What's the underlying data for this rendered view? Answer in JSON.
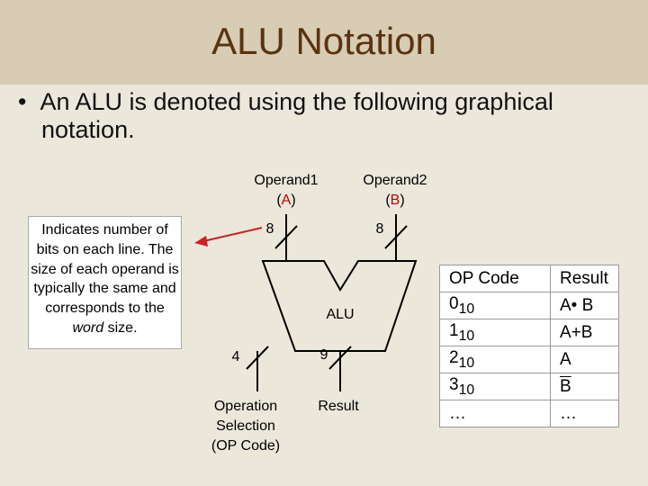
{
  "slide": {
    "title": "ALU Notation",
    "bullet": "An ALU is denoted using the following graphical notation."
  },
  "note": {
    "text_before": "Indicates number of bits on each line. The size of each operand is typically the same and corresponds to the",
    "text_em": "word",
    "text_after": "size."
  },
  "diagram": {
    "operand1": {
      "label": "Operand1",
      "paren_open": "(",
      "symbol": "A",
      "paren_close": ")"
    },
    "operand2": {
      "label": "Operand2",
      "paren_open": "(",
      "symbol": "B",
      "paren_close": ")"
    },
    "width_a": "8",
    "width_b": "8",
    "alu_label": "ALU",
    "width_op": "4",
    "width_result": "9",
    "op_label_lines": [
      "Operation",
      "Selection",
      "(OP Code)"
    ],
    "result_label": "Result"
  },
  "table": {
    "headers": [
      "OP Code",
      "Result"
    ],
    "rows": [
      {
        "code": "0",
        "base": "10",
        "result": "A• B"
      },
      {
        "code": "1",
        "base": "10",
        "result": "A+B"
      },
      {
        "code": "2",
        "base": "10",
        "result": "A"
      },
      {
        "code": "3",
        "base": "10",
        "result": "B",
        "result_overline": true
      },
      {
        "code": "…",
        "base": "",
        "result": "…"
      }
    ]
  },
  "colors": {
    "title": "#5a3311",
    "symbol": "#c00000",
    "arrow": "#cc2222",
    "background": "#ece7db",
    "title_bar": "#d8cdb4"
  }
}
